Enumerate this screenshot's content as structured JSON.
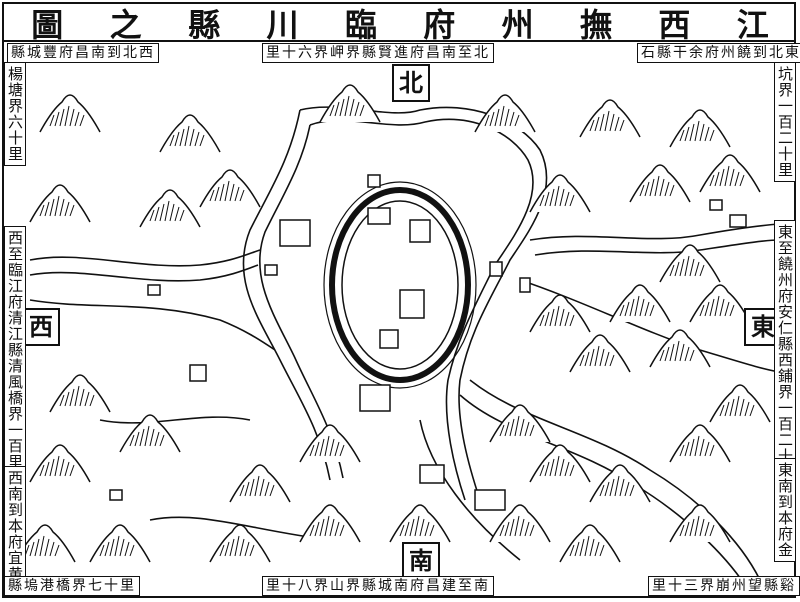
{
  "title": "江西撫州府臨川縣之圖",
  "compass": {
    "north": "北",
    "south": "南",
    "west": "西",
    "east": "東"
  },
  "borders": {
    "northwest_top": "西北到南昌府豐城縣",
    "northwest_side": "楊塘界六十里",
    "north": "北至南昌府進賢縣界岬界六十里",
    "northeast_top": "東北到饒州府余干縣石",
    "northeast_side": "坑界一百二十里",
    "west": "西至臨江府清江縣清風橋界一百里",
    "east": "東至饒州府安仁縣西鋪界一百二十里",
    "southwest_side": "西南到本府宜黄",
    "southwest_bottom": "縣塢港橋界七十里",
    "south": "南至建昌府南城縣界山界八十里",
    "southeast_side": "東南到本府金",
    "southeast_bottom": "谿縣望州崩界三十里"
  },
  "colors": {
    "ink": "#111111",
    "paper": "#ffffff"
  }
}
